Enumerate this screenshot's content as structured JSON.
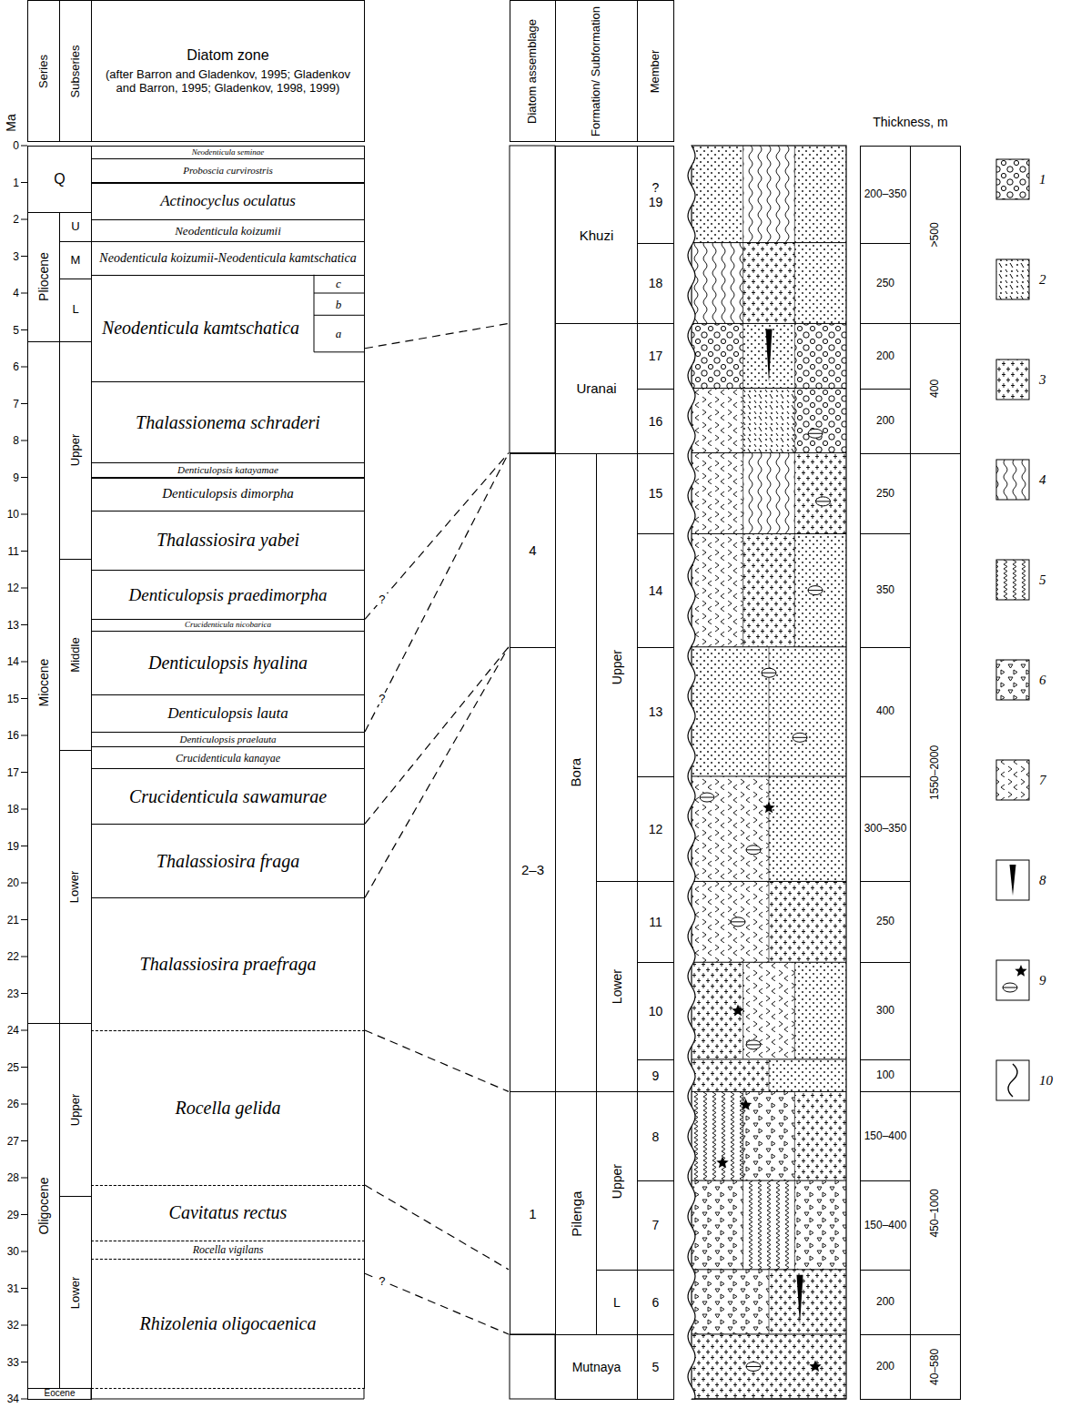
{
  "diagram": {
    "nodes": [
      {
        "text": [
          "Series"
        ]
      },
      {
        "text": [
          "Subseries"
        ]
      },
      {
        "text": [
          "Diatom zone",
          "(after Barron and Gladenkov, 1995; Gladenkov and Barron, 1995; Gladenkov, 1998, 1999)"
        ]
      },
      {
        "text": [
          "Q"
        ]
      },
      {
        "text": [
          "Pliocene"
        ]
      },
      {
        "text": [
          "Miocene"
        ]
      },
      {
        "text": [
          "Oligocene"
        ]
      },
      {
        "text": [
          "Eocene"
        ]
      },
      {
        "text": [
          "U"
        ]
      },
      {
        "text": [
          "M"
        ]
      },
      {
        "text": [
          "L"
        ]
      },
      {
        "text": [
          "Upper"
        ]
      },
      {
        "text": [
          "Middle"
        ]
      },
      {
        "text": [
          "Lower"
        ]
      },
      {
        "text": [
          "Upper"
        ]
      },
      {
        "text": [
          "Lower"
        ]
      },
      {
        "text": [
          "Neodenticula seminae"
        ]
      },
      {
        "text": [
          "Proboscia curvirostris"
        ]
      },
      {
        "text": [
          "Actinocyclus oculatus"
        ]
      },
      {
        "text": [
          "Neodenticula koizumii"
        ]
      },
      {
        "text": [
          "Neodenticula koizumii-Neodenticula kamtschatica"
        ]
      },
      {
        "text": [
          "Neodenticula kamtschatica"
        ]
      },
      {
        "text": [
          "Thalassionema schraderi"
        ]
      },
      {
        "text": [
          "Denticulopsis katayamae"
        ]
      },
      {
        "text": [
          "Denticulopsis dimorpha"
        ]
      },
      {
        "text": [
          "Thalassiosira yabei"
        ]
      },
      {
        "text": [
          "Denticulopsis praedimorpha"
        ]
      },
      {
        "text": [
          "Crucidenticula nicobarica"
        ]
      },
      {
        "text": [
          "Denticulopsis hyalina"
        ]
      },
      {
        "text": [
          "Denticulopsis lauta"
        ]
      },
      {
        "text": [
          "Denticulopsis praelauta"
        ]
      },
      {
        "text": [
          "Crucidenticula kanayae"
        ]
      },
      {
        "text": [
          "Crucidenticula sawamurae"
        ]
      },
      {
        "text": [
          "Thalassiosira fraga"
        ]
      },
      {
        "text": [
          "Thalassiosira praefraga"
        ]
      },
      {
        "text": [
          "Rocella gelida"
        ]
      },
      {
        "text": [
          "Cavitatus rectus"
        ]
      },
      {
        "text": [
          "Rocella vigilans"
        ]
      },
      {
        "text": [
          "Rhizolenia oligocaenica"
        ]
      },
      {
        "text": [
          "Diatom assemblage"
        ]
      },
      {
        "text": [
          "Formation/ Subformation"
        ]
      },
      {
        "text": [
          "Member"
        ]
      },
      {
        "text": [
          "4"
        ]
      },
      {
        "text": [
          "2–3"
        ]
      },
      {
        "text": [
          "1"
        ]
      },
      {
        "text": [
          "Khuzi"
        ]
      },
      {
        "text": [
          "Uranai"
        ]
      },
      {
        "text": [
          "Bora"
        ]
      },
      {
        "text": [
          "Upper"
        ]
      },
      {
        "text": [
          "Lower"
        ]
      },
      {
        "text": [
          "Pilenga"
        ]
      },
      {
        "text": [
          "Upper"
        ]
      },
      {
        "text": [
          "L"
        ]
      },
      {
        "text": [
          "Mutnaya"
        ]
      },
      {
        "text": [
          "?",
          "19"
        ]
      },
      {
        "text": [
          "18"
        ]
      },
      {
        "text": [
          "17"
        ]
      },
      {
        "text": [
          "16"
        ]
      },
      {
        "text": [
          "15"
        ]
      },
      {
        "text": [
          "14"
        ]
      },
      {
        "text": [
          "13"
        ]
      },
      {
        "text": [
          "12"
        ]
      },
      {
        "text": [
          "11"
        ]
      },
      {
        "text": [
          "10"
        ]
      },
      {
        "text": [
          "9"
        ]
      },
      {
        "text": [
          "8"
        ]
      },
      {
        "text": [
          "7"
        ]
      },
      {
        "text": [
          "6"
        ]
      },
      {
        "text": [
          "5"
        ]
      },
      {
        "text": [
          "Thickness, m"
        ]
      },
      {
        "text": [
          "200–350"
        ]
      },
      {
        "text": [
          "250"
        ]
      },
      {
        "text": [
          "200"
        ]
      },
      {
        "text": [
          "200"
        ]
      },
      {
        "text": [
          "250"
        ]
      },
      {
        "text": [
          "350"
        ]
      },
      {
        "text": [
          "400"
        ]
      },
      {
        "text": [
          "300–350"
        ]
      },
      {
        "text": [
          "250"
        ]
      },
      {
        "text": [
          "300"
        ]
      },
      {
        "text": [
          "100"
        ]
      },
      {
        "text": [
          "150–400"
        ]
      },
      {
        "text": [
          "150–400"
        ]
      },
      {
        "text": [
          "200"
        ]
      },
      {
        "text": [
          "200"
        ]
      },
      {
        "text": [
          ">500"
        ]
      },
      {
        "text": [
          "400"
        ]
      },
      {
        "text": [
          "1550–2000"
        ]
      },
      {
        "text": [
          "450–1000"
        ]
      },
      {
        "text": [
          "40–580"
        ]
      }
    ],
    "labels": [
      "Ma",
      "0",
      "1",
      "2",
      "3",
      "4",
      "5",
      "6",
      "7",
      "8",
      "9",
      "10",
      "11",
      "12",
      "13",
      "14",
      "15",
      "16",
      "17",
      "18",
      "19",
      "20",
      "21",
      "22",
      "23",
      "24",
      "25",
      "26",
      "27",
      "28",
      "29",
      "30",
      "31",
      "32",
      "33",
      "34",
      "c",
      "b",
      "a",
      "?",
      "?",
      "?"
    ],
    "legend": [
      {
        "text": "1"
      },
      {
        "text": "2"
      },
      {
        "text": "3"
      },
      {
        "text": "4"
      },
      {
        "text": "5"
      },
      {
        "text": "6"
      },
      {
        "text": "7"
      },
      {
        "text": "8"
      },
      {
        "text": "9"
      },
      {
        "text": "10"
      }
    ]
  }
}
